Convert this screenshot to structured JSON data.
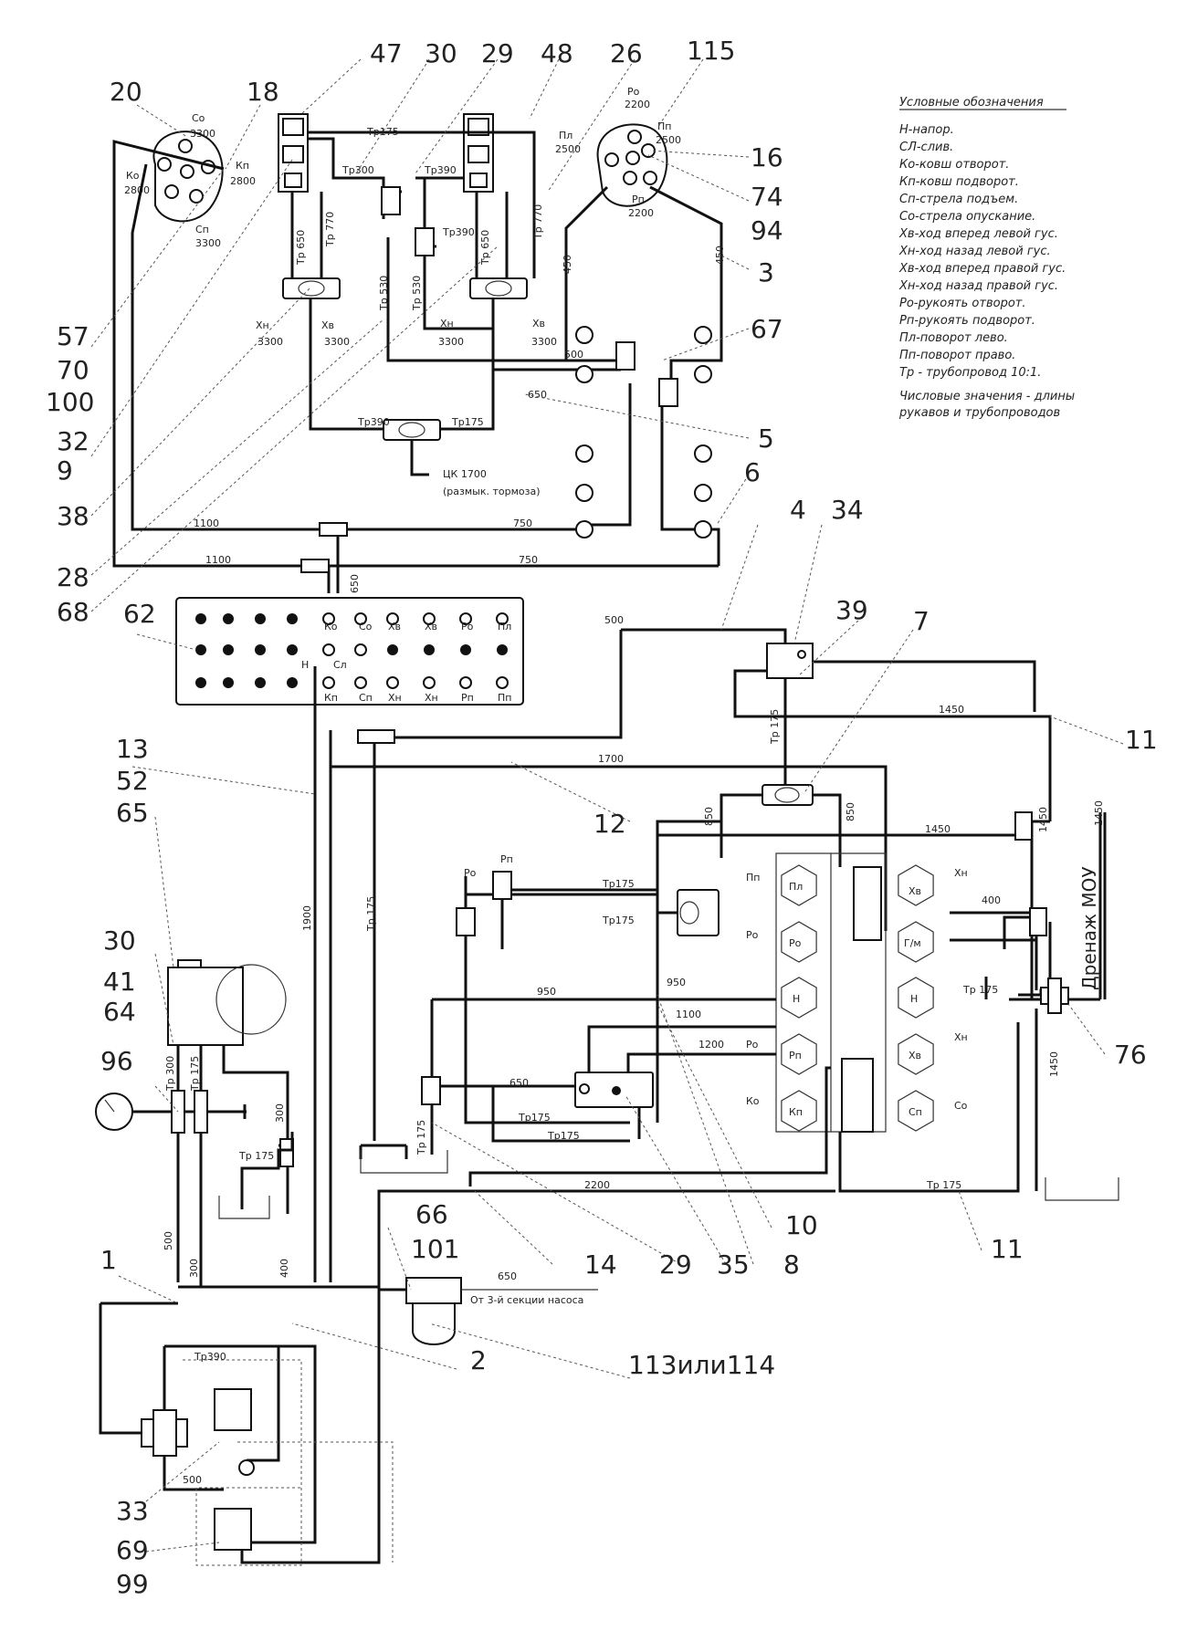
{
  "legend": {
    "title": "Условные обозначения",
    "items": [
      "Н-напор.",
      "СЛ-слив.",
      "Ко-ковш отворот.",
      "Кп-ковш подворот.",
      "Сп-стрела подъем.",
      "Со-стрела опускание.",
      "Хв-ход вперед левой гус.",
      "Хн-ход назад левой гус.",
      "Хв-ход вперед правой гус.",
      "Хн-ход назад правой гус.",
      "Ро-рукоять отворот.",
      "Рп-рукоять подворот.",
      "Пл-поворот лево.",
      "Пп-поворот право.",
      "Тр - трубопровод 10:1."
    ],
    "note": "Числовые значения - длины рукавов и трубопроводов"
  },
  "callouts": {
    "c20": "20",
    "c18": "18",
    "c47": "47",
    "c30a": "30",
    "c29a": "29",
    "c48": "48",
    "c26": "26",
    "c115": "115",
    "c16": "16",
    "c74": "74",
    "c94": "94",
    "c3": "3",
    "c67": "67",
    "c5": "5",
    "c6": "6",
    "c57": "57",
    "c70": "70",
    "c100": "100",
    "c32": "32",
    "c9": "9",
    "c38": "38",
    "c28": "28",
    "c68": "68",
    "c62": "62",
    "c4": "4",
    "c34": "34",
    "c39": "39",
    "c7": "7",
    "c11a": "11",
    "c13": "13",
    "c52": "52",
    "c65": "65",
    "c12": "12",
    "c30b": "30",
    "c41": "41",
    "c64": "64",
    "c96": "96",
    "c76": "76",
    "c10": "10",
    "c1": "1",
    "c66": "66",
    "c101": "101",
    "c14": "14",
    "c29b": "29",
    "c35": "35",
    "c8": "8",
    "c11b": "11",
    "c2": "2",
    "c113": "113или114",
    "c33": "33",
    "c69": "69",
    "c99": "99"
  },
  "labels": {
    "co3300": "Со",
    "v3300a": "3300",
    "kp": "Кп",
    "v2800a": "2800",
    "ko": "Ко",
    "v2800b": "2800",
    "cn": "Сп",
    "v3300b": "3300",
    "po": "Ро",
    "v2200a": "2200",
    "pl": "Пл",
    "v2500a": "2500",
    "pp": "Пп",
    "v2500b": "2500",
    "pn": "Рп",
    "v2200b": "2200",
    "tr175a": "Тр175",
    "tr300": "Тр300",
    "tr390a": "Тр390",
    "tr390b": "Тр390",
    "tr650a": "Тр 650",
    "tr770a": "Тр 770",
    "tr650b": "Тр 650",
    "tr770b": "Тр 770",
    "tr530a": "Тр 530",
    "tr530b": "Тр 530",
    "xn3300": "Хн",
    "v3300c": "3300",
    "xv3300": "Хв",
    "v3300d": "3300",
    "xn3300b": "Хн",
    "v3300e": "3300",
    "xv3300b": "Хв",
    "v3300f": "3300",
    "l450a": "450",
    "l450b": "450",
    "l500": "500",
    "l650": "650",
    "tr390c": "Тр390",
    "tr175b": "Тр175",
    "ck1700": "ЦК 1700",
    "razm": "(размык. тормоза)",
    "l1100a": "1100",
    "l750a": "750",
    "l1100b": "1100",
    "l750b": "750",
    "l650v": "650",
    "pKo": "Ко",
    "pCo": "Со",
    "pXv": "Хв",
    "pXv2": "Хв",
    "pPo": "Ро",
    "pPl": "Пл",
    "pH": "Н",
    "pCl": "Сл",
    "pKp": "Кп",
    "pCn": "Сп",
    "pXn": "Хн",
    "pXn2": "Хн",
    "pPn": "Рп",
    "pPp": "Пп",
    "l500b": "500",
    "l1450a": "1450",
    "tr175c": "Тр 175",
    "l1700": "1700",
    "l850a": "850",
    "l850b": "850",
    "l1450b": "1450",
    "l1450c": "1450",
    "l1450d": "1450",
    "drain": "Дренаж МОУ",
    "l1900": "1900",
    "tr175v": "Тр 175",
    "po2": "Ро",
    "pn2": "Рп",
    "tr175d": "Тр175",
    "tr175e": "Тр175",
    "l950a": "950",
    "l950b": "950",
    "l1100c": "1100",
    "l1200": "1200",
    "l650c": "650",
    "tr175f": "Тр175",
    "tr175g": "Тр175",
    "tr175h": "Тр 175",
    "l400": "400",
    "tr175i": "Тр 175",
    "tr175j": "Тр 175",
    "vPl": "Пл",
    "vPo": "Ро",
    "vH": "Н",
    "vPn": "Рп",
    "vKp": "Кп",
    "vXv": "Хв",
    "vGm": "Г/м",
    "vH2": "Н",
    "vXv2": "Хв",
    "vCn": "Сп",
    "sPl": "Пп",
    "sPo": "Ро",
    "sPo2": "Ро",
    "sKo": "Ко",
    "sXn": "Хн",
    "sXn2": "Хн",
    "sCo": "Со",
    "trp300": "Тр 300",
    "trp175a": "Тр 175",
    "l300": "300",
    "trp175b": "Тр 175",
    "l500c": "500",
    "l300b": "300",
    "l400b": "400",
    "l2200": "2200",
    "l650d": "650",
    "pump": "От 3-й секции насоса",
    "tr390d": "Тр390",
    "l500d": "500"
  }
}
